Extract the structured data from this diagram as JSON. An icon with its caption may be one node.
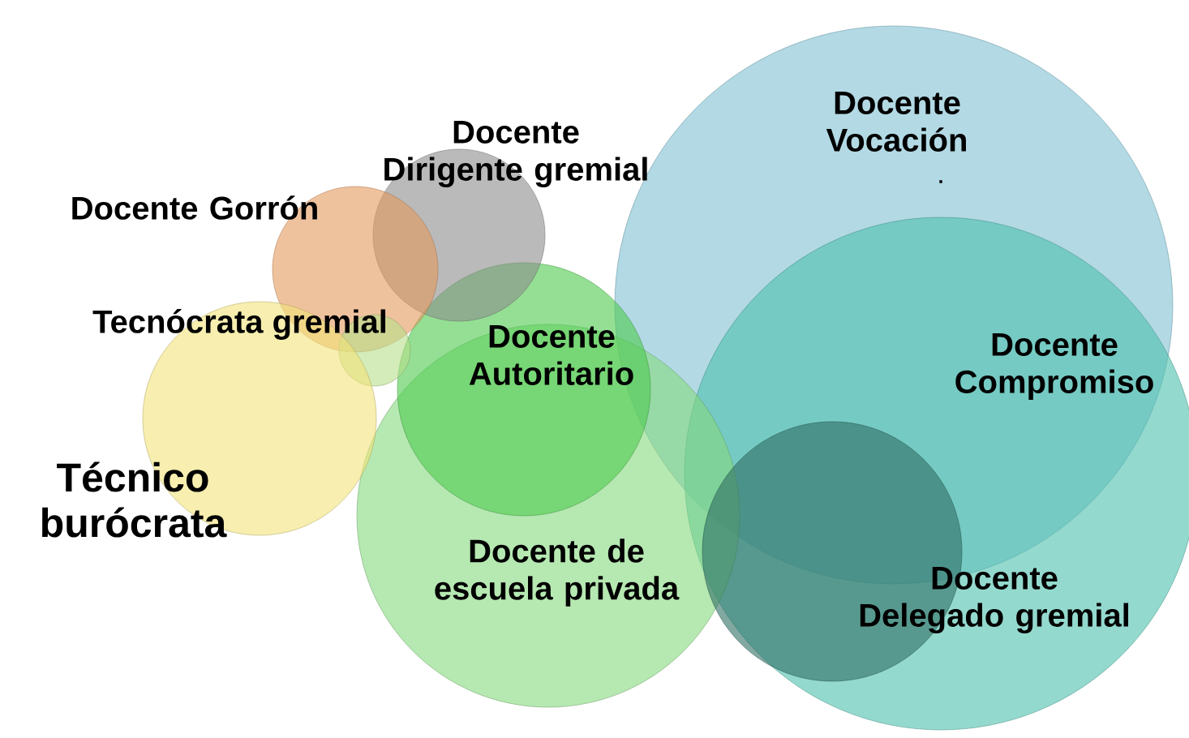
{
  "diagram": {
    "nodes": [
      {
        "text": [
          "Docente Dirigente gremial"
        ]
      },
      {
        "text": [
          "Docente Vocación"
        ]
      },
      {
        "text": [
          "Docente Gorrón"
        ]
      },
      {
        "text": [
          "Tecnócrata gremial"
        ]
      },
      {
        "text": [
          "Docente Compromiso"
        ]
      },
      {
        "text": [
          "Docente Autoritario"
        ]
      },
      {
        "text": [],
        "shape": "circle"
      },
      {
        "text": [
          "Técnico burócrata"
        ]
      },
      {
        "text": [
          "Docente de escuela privada"
        ]
      },
      {
        "text": [
          "Docente Delegado gremial"
        ],
        "in": 4
      }
    ],
    "labels": [
      "."
    ]
  }
}
